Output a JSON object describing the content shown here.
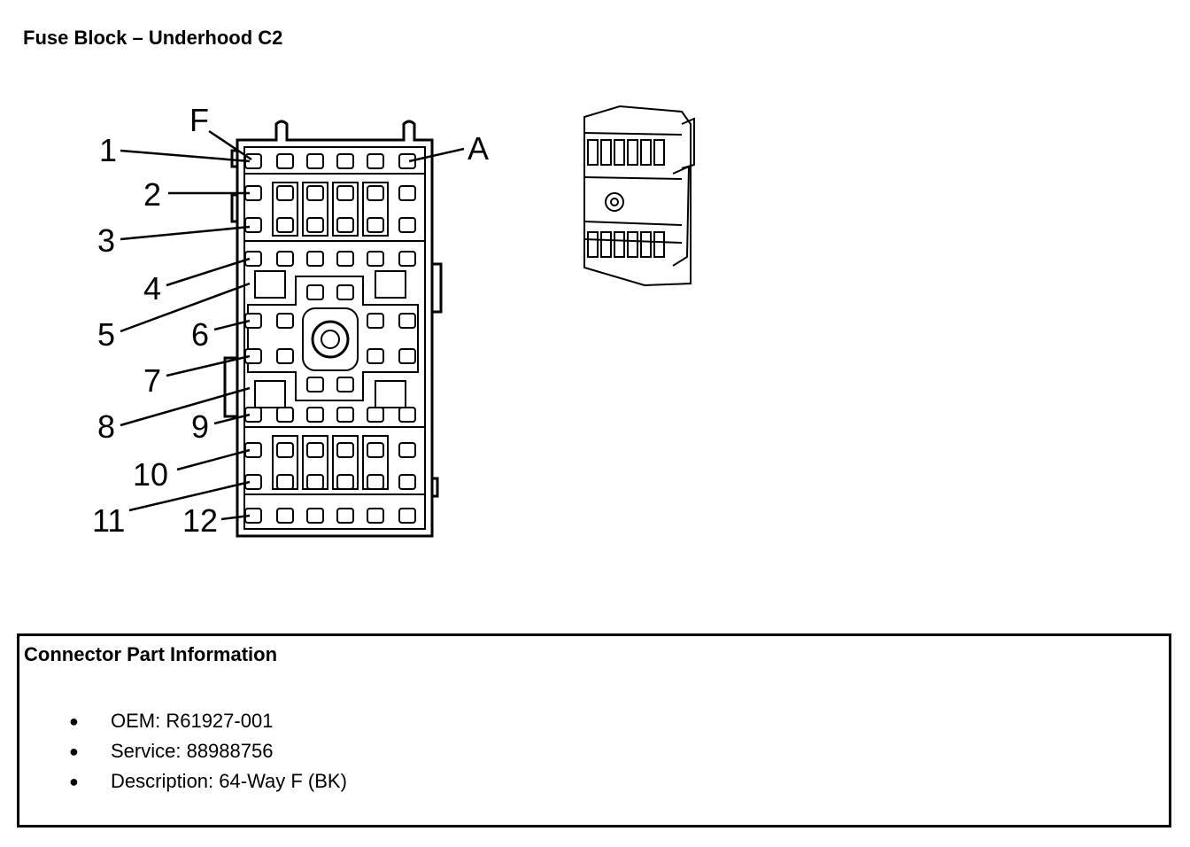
{
  "title": "Fuse Block – Underhood C2",
  "callouts": {
    "rows": [
      "1",
      "2",
      "3",
      "4",
      "5",
      "6",
      "7",
      "8",
      "9",
      "10",
      "11",
      "12"
    ],
    "column_start": "F",
    "column_end": "A"
  },
  "part_info": {
    "heading": "Connector Part Information",
    "items": [
      {
        "label": "OEM: R61927-001"
      },
      {
        "label": "Service: 88988756"
      },
      {
        "label": "Description: 64-Way F (BK)"
      }
    ]
  },
  "colors": {
    "line": "#000000",
    "background": "#ffffff"
  }
}
